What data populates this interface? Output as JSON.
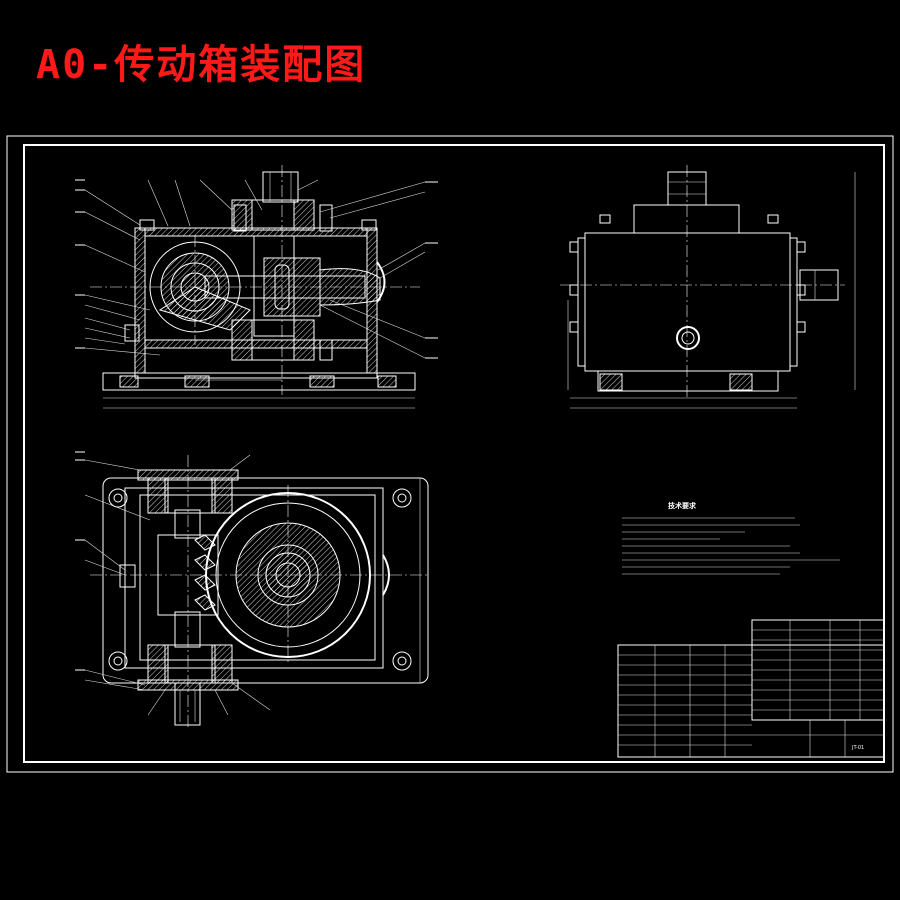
{
  "title": "A0-传动箱装配图",
  "tech_requirements": {
    "heading": "技术要求"
  },
  "drawing_number": "JT-01"
}
